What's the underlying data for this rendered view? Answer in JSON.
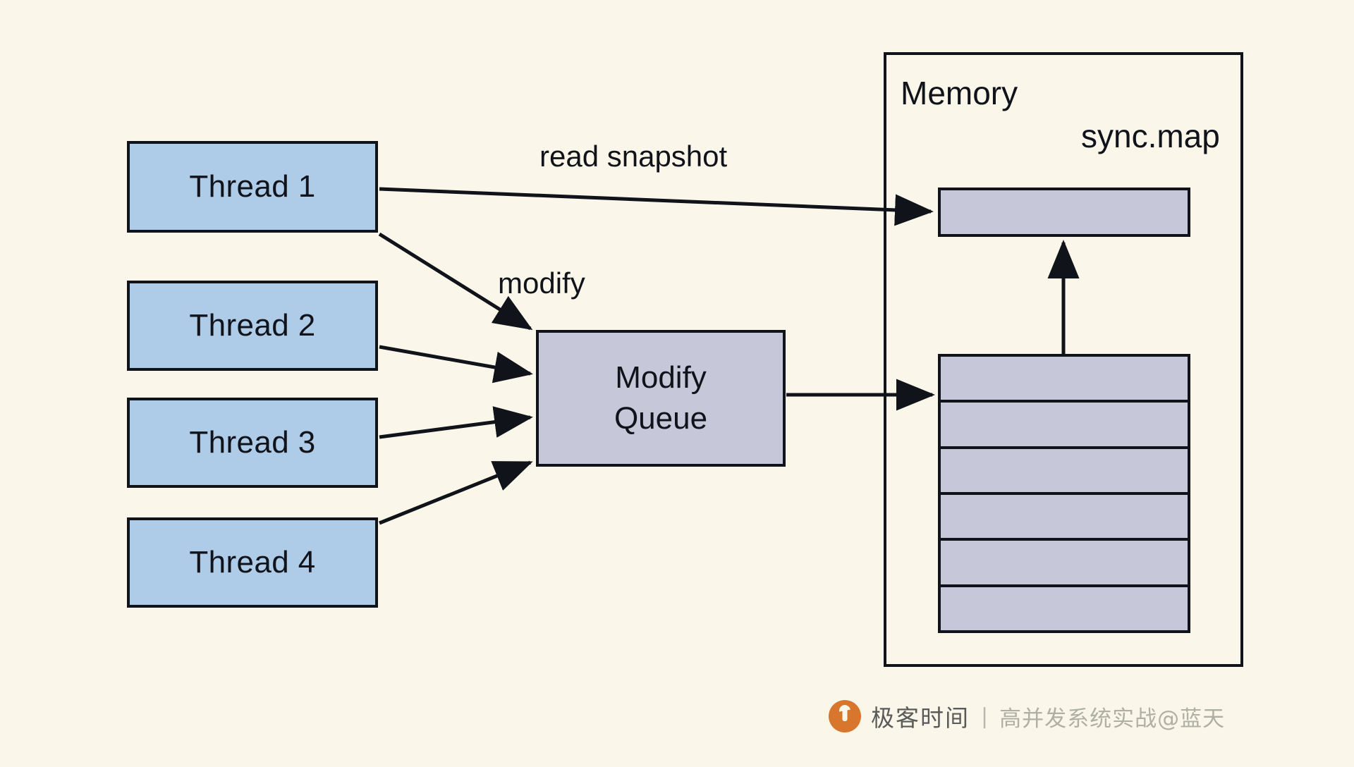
{
  "diagram": {
    "title": "sync.map read snapshot and modify queue flow",
    "background_color": "#FAF7EA",
    "stroke_color": "#11131A",
    "thread_fill": "#AECBE8",
    "queue_fill": "#C6C7D9"
  },
  "threads": [
    {
      "label": "Thread 1"
    },
    {
      "label": "Thread 2"
    },
    {
      "label": "Thread 3"
    },
    {
      "label": "Thread 4"
    }
  ],
  "queue": {
    "line1": "Modify",
    "line2": "Queue"
  },
  "memory": {
    "title": "Memory",
    "map_label": "sync.map",
    "snapshot_row_count": 1,
    "dirty_row_count": 6
  },
  "edges": [
    {
      "label": "read snapshot",
      "from": "Thread 1",
      "to": "snapshot"
    },
    {
      "label": "modify",
      "from": "Thread 1",
      "to": "Modify Queue"
    },
    {
      "label": "",
      "from": "Thread 2",
      "to": "Modify Queue"
    },
    {
      "label": "",
      "from": "Thread 3",
      "to": "Modify Queue"
    },
    {
      "label": "",
      "from": "Thread 4",
      "to": "Modify Queue"
    },
    {
      "label": "",
      "from": "Modify Queue",
      "to": "dirty stack"
    },
    {
      "label": "",
      "from": "dirty stack",
      "to": "snapshot"
    }
  ],
  "watermark": {
    "brand": "极客时间",
    "separator": "|",
    "course": "高并发系统实战@蓝天",
    "logo_color": "#D9762E"
  }
}
